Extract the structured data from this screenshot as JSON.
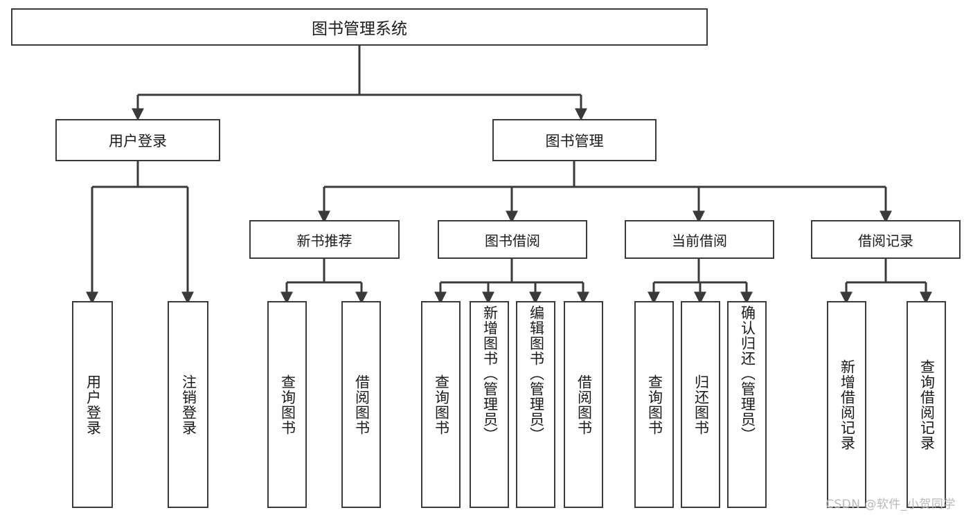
{
  "diagram": {
    "title": "图书管理系统",
    "type": "hierarchy-tree",
    "background_color": "#ffffff",
    "line_color": "#3a3a3a",
    "levels": 4,
    "root": {
      "label": "图书管理系统",
      "children": [
        {
          "label": "用户登录",
          "children": [
            {
              "label": "用户登录"
            },
            {
              "label": "注销登录"
            }
          ]
        },
        {
          "label": "图书管理",
          "children": [
            {
              "label": "新书推荐",
              "children": [
                {
                  "label": "查询图书"
                },
                {
                  "label": "借阅图书"
                }
              ]
            },
            {
              "label": "图书借阅",
              "children": [
                {
                  "label": "查询图书"
                },
                {
                  "label": "新增图书（管理员）"
                },
                {
                  "label": "编辑图书（管理员）"
                },
                {
                  "label": "借阅图书"
                }
              ]
            },
            {
              "label": "当前借阅",
              "children": [
                {
                  "label": "查询图书"
                },
                {
                  "label": "归还图书"
                },
                {
                  "label": "确认归还（管理员）"
                }
              ]
            },
            {
              "label": "借阅记录",
              "children": [
                {
                  "label": "新增借阅记录"
                },
                {
                  "label": "查询借阅记录"
                }
              ]
            }
          ]
        }
      ]
    }
  },
  "watermark": {
    "text": "CSDN @软件_小贺同学"
  }
}
